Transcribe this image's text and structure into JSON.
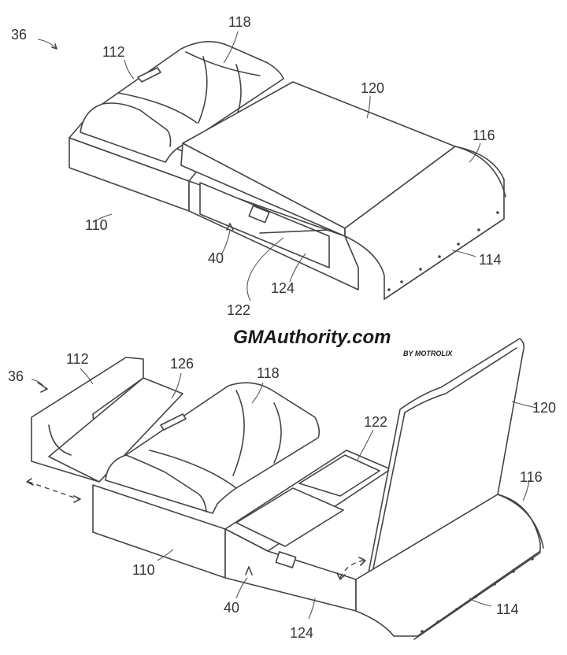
{
  "figures": [
    {
      "ref": "36",
      "labels": {
        "l110": "110",
        "l112": "112",
        "l114": "114",
        "l116": "116",
        "l118": "118",
        "l120": "120",
        "l122": "122",
        "l124": "124",
        "l40": "40"
      }
    },
    {
      "ref": "36",
      "labels": {
        "l110": "110",
        "l112": "112",
        "l114": "114",
        "l116": "116",
        "l118": "118",
        "l120": "120",
        "l122": "122",
        "l124": "124",
        "l126": "126",
        "l40": "40"
      }
    }
  ],
  "watermark": {
    "brand": "GMAuthority.com",
    "byline": "BY MOTROLIX"
  }
}
